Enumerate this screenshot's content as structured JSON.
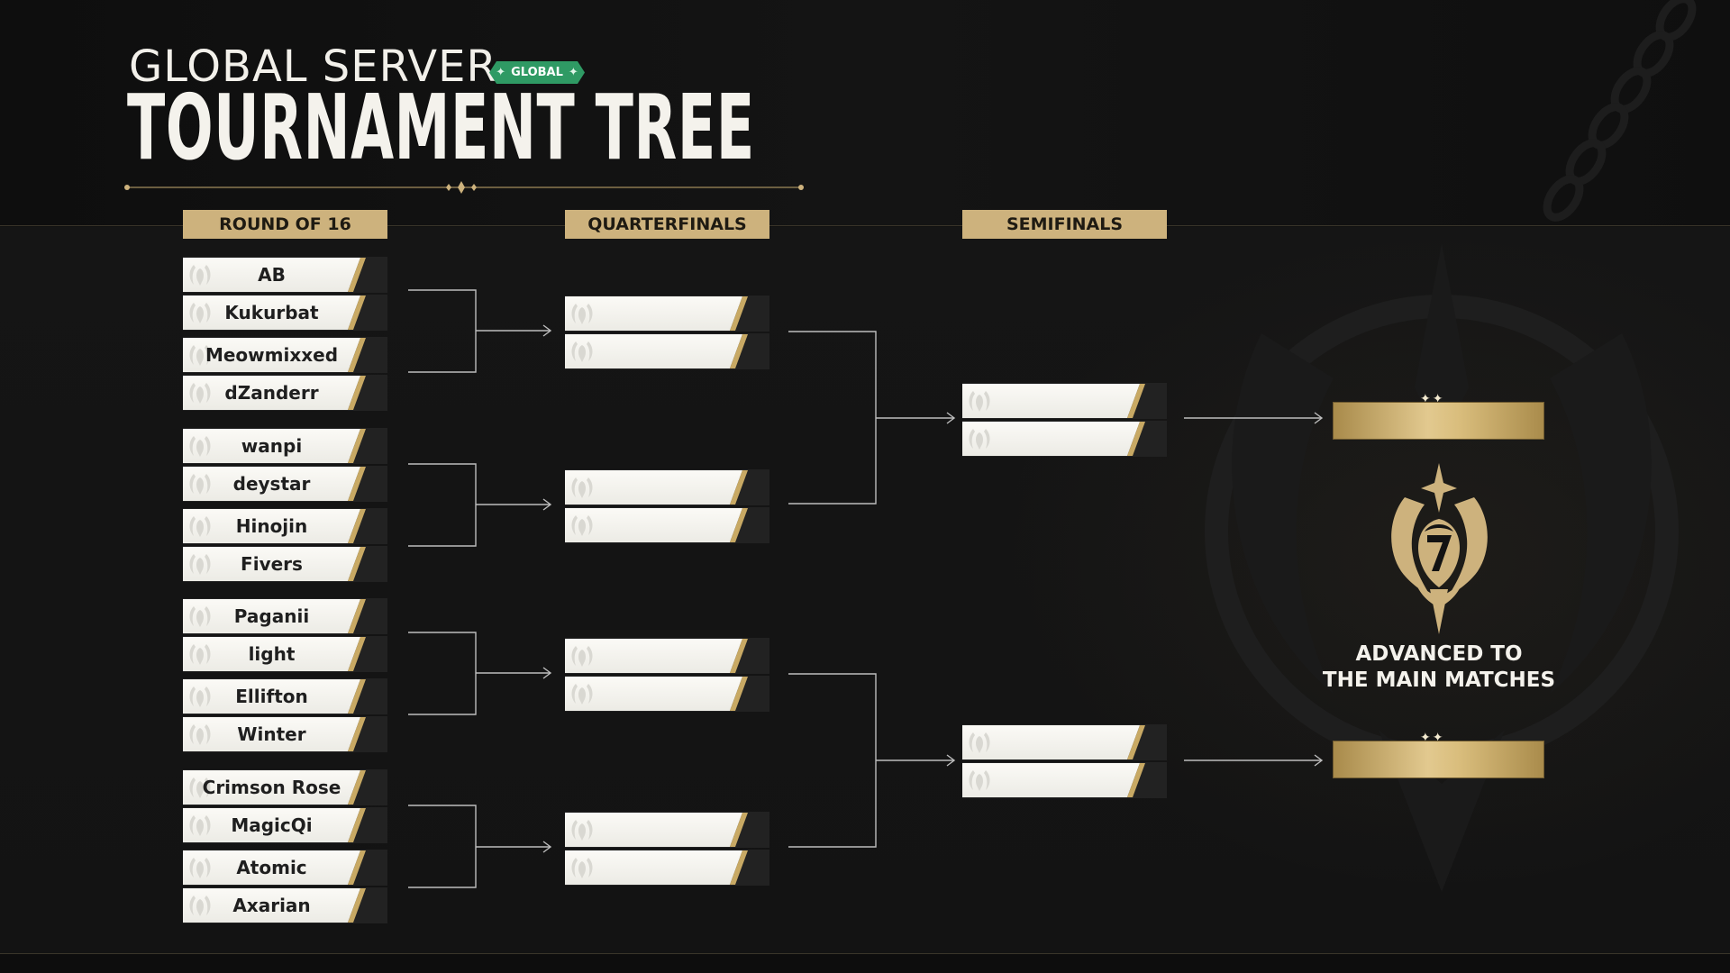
{
  "header": {
    "server_label": "GLOBAL SERVER",
    "badge_label": "GLOBAL",
    "title": "TOURNAMENT TREE"
  },
  "rounds": {
    "round_of_16": "ROUND OF 16",
    "quarterfinals": "QUARTERFINALS",
    "semifinals": "SEMIFINALS"
  },
  "round_of_16_players": [
    "AB",
    "Kukurbat",
    "Meowmixxed",
    "dZanderr",
    "wanpi",
    "deystar",
    "Hinojin",
    "Fivers",
    "Paganii",
    "light",
    "Ellifton",
    "Winter",
    "Crimson Rose",
    "MagicQi",
    "Atomic",
    "Axarian"
  ],
  "quarterfinal_players": [
    "",
    "",
    "",
    "",
    "",
    "",
    "",
    ""
  ],
  "semifinal_players": [
    "",
    "",
    "",
    ""
  ],
  "finalists": [
    "",
    ""
  ],
  "advanced": {
    "line1": "ADVANCED TO",
    "line2": "THE MAIN MATCHES"
  },
  "colors": {
    "background": "#131313",
    "accent_gold": "#cdb27d",
    "badge_green": "#2f9a64",
    "plate_white": "#f4f3ee",
    "connector": "#bfbfbf"
  },
  "icons": {
    "trophy": "winged-crest-trophy-icon",
    "arrow": "arrow-right-icon",
    "badge_spark": "sparkle-icon"
  }
}
